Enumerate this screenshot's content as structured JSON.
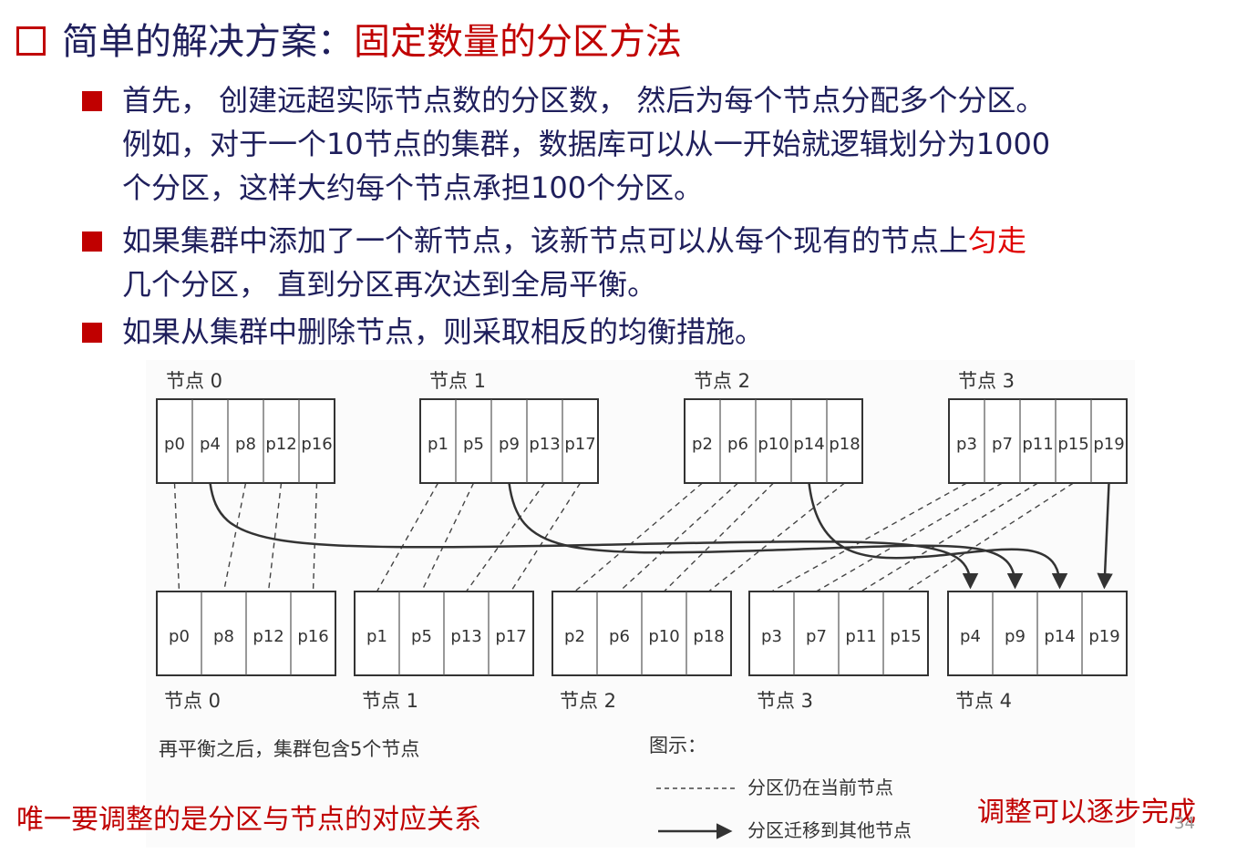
{
  "title": {
    "prefix": "简单的解决方案：",
    "highlight": "固定数量的分区方法"
  },
  "bullets": [
    {
      "line1": "首先， 创建远超实际节点数的分区数， 然后为每个节点分配多个分区。",
      "line2": "例如，对于一个10节点的集群，数据库可以从一开始就逻辑划分为1000",
      "line3": "个分区，这样大约每个节点承担100个分区。"
    },
    {
      "line1_pre": "如果集群中添加了一个新节点，该新节点可以从每个现有的节点上",
      "line1_hl": "匀走",
      "line2": "几个分区， 直到分区再次达到全局平衡。"
    },
    {
      "line1": "如果从集群中删除节点，则采取相反的均衡措施。"
    }
  ],
  "diagram": {
    "top_nodes": [
      {
        "label": "节点 0",
        "partitions": [
          "p0",
          "p4",
          "p8",
          "p12",
          "p16"
        ]
      },
      {
        "label": "节点 1",
        "partitions": [
          "p1",
          "p5",
          "p9",
          "p13",
          "p17"
        ]
      },
      {
        "label": "节点 2",
        "partitions": [
          "p2",
          "p6",
          "p10",
          "p14",
          "p18"
        ]
      },
      {
        "label": "节点 3",
        "partitions": [
          "p3",
          "p7",
          "p11",
          "p15",
          "p19"
        ]
      }
    ],
    "bottom_nodes": [
      {
        "label": "节点 0",
        "partitions": [
          "p0",
          "p8",
          "p12",
          "p16"
        ]
      },
      {
        "label": "节点 1",
        "partitions": [
          "p1",
          "p5",
          "p13",
          "p17"
        ]
      },
      {
        "label": "节点 2",
        "partitions": [
          "p2",
          "p6",
          "p10",
          "p18"
        ]
      },
      {
        "label": "节点 3",
        "partitions": [
          "p3",
          "p7",
          "p11",
          "p15"
        ]
      },
      {
        "label": "节点 4",
        "partitions": [
          "p4",
          "p9",
          "p14",
          "p19"
        ]
      }
    ],
    "caption": "再平衡之后，集群包含5个节点",
    "legend_title": "图示：",
    "legend_dashed": "分区仍在当前节点",
    "legend_arrow": "分区迁移到其他节点"
  },
  "notes": {
    "left": "唯一要调整的是分区与节点的对应关系",
    "right": "调整可以逐步完成"
  },
  "page_number": "34"
}
